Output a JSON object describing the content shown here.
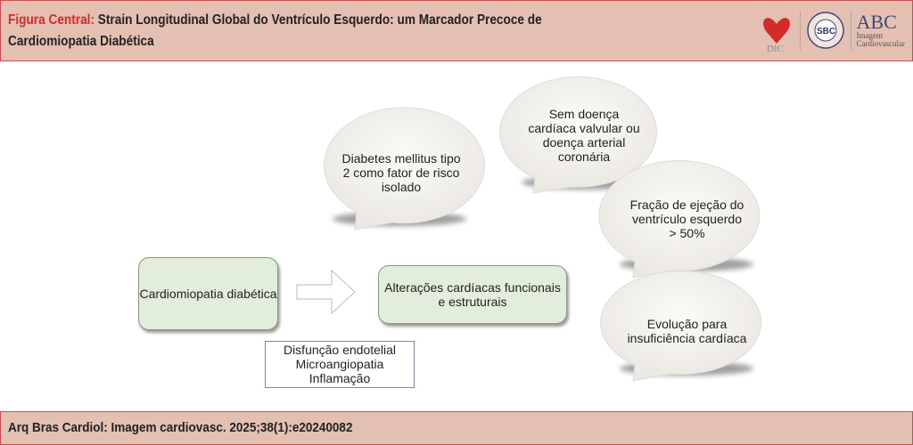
{
  "header": {
    "title_lead": "Figura Central:",
    "title_rest": " Strain Longitudinal Global do Ventrículo Esquerdo: um Marcador Precoce de Cardiomiopatia Diabética",
    "logos": {
      "dic": "DIC",
      "sbc": "SBC",
      "abc": "ABC",
      "abc_sub1": "Imagem",
      "abc_sub2": "Cardiovascular"
    }
  },
  "diagram": {
    "box_left": "Cardiomiopatia diabética",
    "box_right": "Alterações cardíacas funcionais e estruturais",
    "mechanisms": [
      "Disfunção endotelial",
      "Microangiopatia",
      "Inflamação"
    ],
    "bubbles": [
      "Diabetes mellitus tipo 2 como fator de risco isolado",
      "Sem doença cardíaca valvular ou doença arterial coronária",
      "Fração de ejeção do ventrículo esquerdo > 50%",
      "Evolução para insuficiência cardíaca"
    ]
  },
  "footer": {
    "citation": "Arq Bras Cardiol: Imagem cardiovasc. 2025;38(1):e20240082"
  }
}
